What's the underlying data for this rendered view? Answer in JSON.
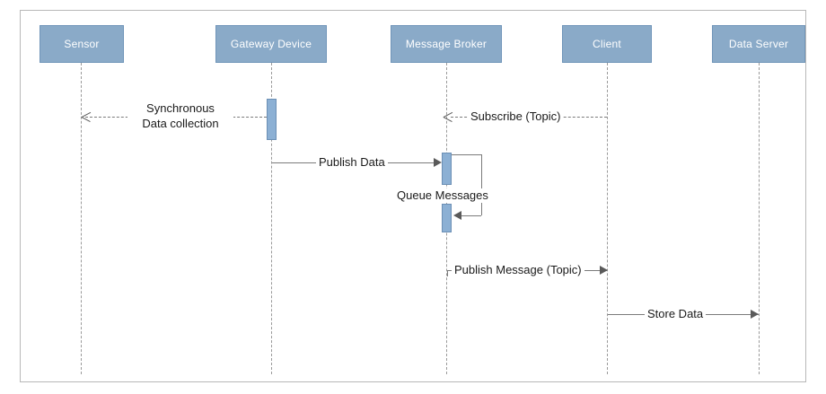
{
  "diagram": {
    "type": "uml-sequence-diagram",
    "title": "",
    "background_color": "#ffffff",
    "frame_border_color": "#b8b8b8",
    "participant_fill": "#8aaac8",
    "participant_border": "#7095b9",
    "participant_text_color": "#ffffff",
    "activation_fill": "#8cb0d4",
    "activation_border": "#6b8fb5",
    "line_color": "#7b7b7b",
    "lifeline_color": "#9a9a9a"
  },
  "participants": [
    {
      "id": "sensor",
      "label": "Sensor"
    },
    {
      "id": "gateway-device",
      "label": "Gateway Device"
    },
    {
      "id": "message-broker",
      "label": "Message Broker"
    },
    {
      "id": "client",
      "label": "Client"
    },
    {
      "id": "data-server",
      "label": "Data Server"
    }
  ],
  "messages": [
    {
      "id": "synchronous-data-collection",
      "label_line1": "Synchronous",
      "label_line2": "Data collection",
      "from": "gateway-device",
      "to": "sensor",
      "style": "dashed",
      "direction": "right-to-left",
      "arrowhead": "open"
    },
    {
      "id": "subscribe-topic",
      "label": "Subscribe (Topic)",
      "from": "client",
      "to": "message-broker",
      "style": "dashed",
      "direction": "right-to-left",
      "arrowhead": "open"
    },
    {
      "id": "publish-data",
      "label": "Publish Data",
      "from": "gateway-device",
      "to": "message-broker",
      "style": "solid",
      "direction": "left-to-right",
      "arrowhead": "filled"
    },
    {
      "id": "queue-messages",
      "label": "Queue Messages",
      "from": "message-broker",
      "to": "message-broker",
      "style": "solid",
      "direction": "self",
      "arrowhead": "filled"
    },
    {
      "id": "publish-message-topic",
      "label": "Publish Message (Topic)",
      "from": "message-broker",
      "to": "client",
      "style": "solid",
      "direction": "left-to-right",
      "arrowhead": "filled"
    },
    {
      "id": "store-data",
      "label": "Store Data",
      "from": "client",
      "to": "data-server",
      "style": "solid",
      "direction": "left-to-right",
      "arrowhead": "filled"
    }
  ]
}
